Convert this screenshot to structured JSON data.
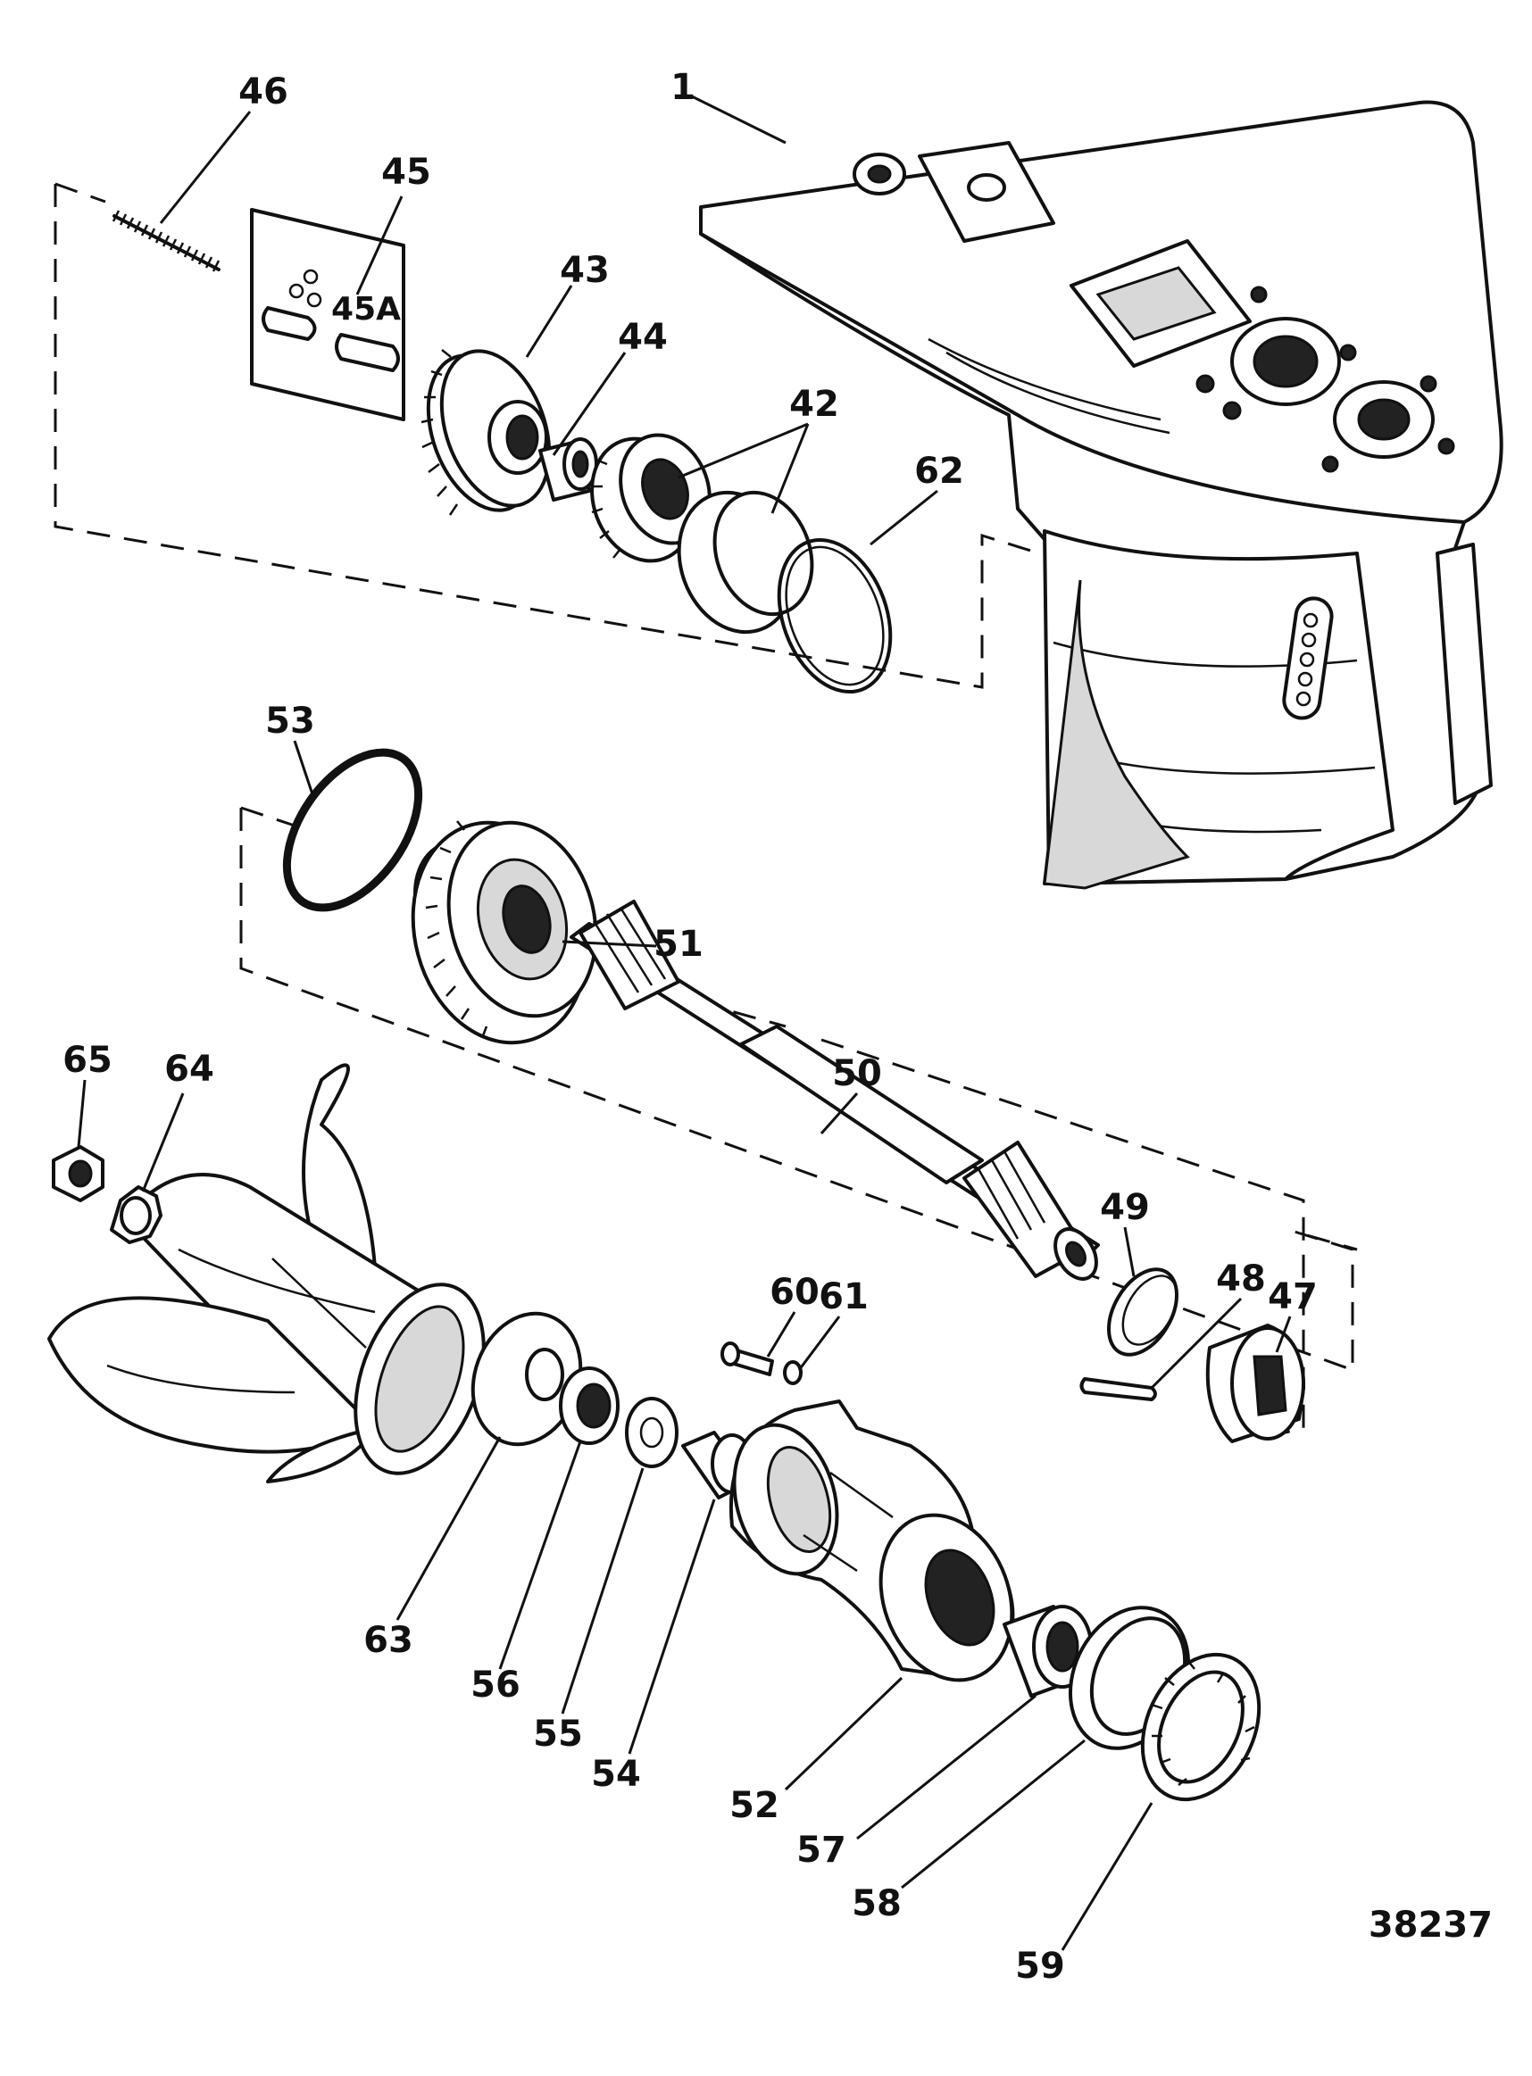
{
  "drawing": {
    "drawing_number": "38237",
    "callouts": [
      {
        "id": "1",
        "label": "1"
      },
      {
        "id": "42",
        "label": "42"
      },
      {
        "id": "43",
        "label": "43"
      },
      {
        "id": "44",
        "label": "44"
      },
      {
        "id": "45",
        "label": "45"
      },
      {
        "id": "45A",
        "label": "45A"
      },
      {
        "id": "46",
        "label": "46"
      },
      {
        "id": "47",
        "label": "47"
      },
      {
        "id": "48",
        "label": "48"
      },
      {
        "id": "49",
        "label": "49"
      },
      {
        "id": "50",
        "label": "50"
      },
      {
        "id": "51",
        "label": "51"
      },
      {
        "id": "52",
        "label": "52"
      },
      {
        "id": "53",
        "label": "53"
      },
      {
        "id": "54",
        "label": "54"
      },
      {
        "id": "55",
        "label": "55"
      },
      {
        "id": "56",
        "label": "56"
      },
      {
        "id": "57",
        "label": "57"
      },
      {
        "id": "58",
        "label": "58"
      },
      {
        "id": "59",
        "label": "59"
      },
      {
        "id": "60",
        "label": "60"
      },
      {
        "id": "61",
        "label": "61"
      },
      {
        "id": "62",
        "label": "62"
      },
      {
        "id": "63",
        "label": "63"
      },
      {
        "id": "64",
        "label": "64"
      },
      {
        "id": "65",
        "label": "65"
      }
    ]
  }
}
